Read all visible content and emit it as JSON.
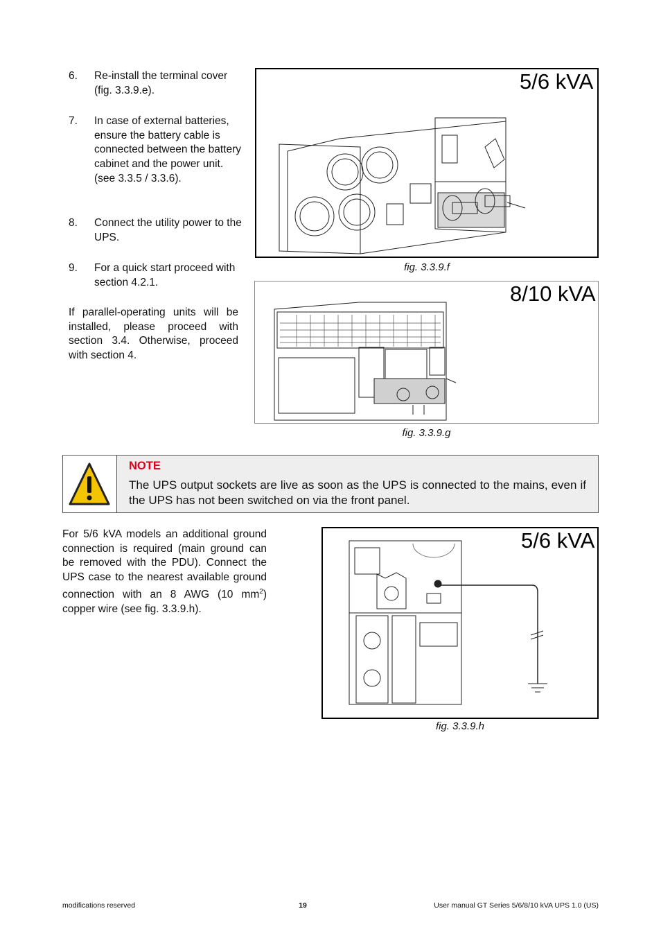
{
  "steps": [
    {
      "num": "6.",
      "text": "Re-install the terminal cover (fig. 3.3.9.e)."
    },
    {
      "num": "7.",
      "text": "In case of external batteries, ensure the battery cable is connected between the battery cabinet and the power unit. (see 3.3.5 / 3.3.6)."
    },
    {
      "num": "8.",
      "text": "Connect the utility power to the UPS."
    },
    {
      "num": "9.",
      "text": "For a quick start proceed with section 4.2.1."
    }
  ],
  "parallel_paragraph": "If parallel-operating units will be installed, please proceed with section 3.4. Otherwise, proceed with section 4.",
  "figures": {
    "f": {
      "title": "5/6 kVA",
      "caption": "fig. 3.3.9.f"
    },
    "g": {
      "title": "8/10 kVA",
      "caption": "fig. 3.3.9.g"
    },
    "h": {
      "title": "5/6 kVA",
      "caption": "fig. 3.3.9.h"
    }
  },
  "note": {
    "title": "NOTE",
    "body": "The UPS output sockets are live as soon as the UPS is connected to the mains, even if the UPS has not been switched on via the front panel.",
    "icon": "warning-triangle-icon"
  },
  "ground_paragraph": {
    "before_sup": "For 5/6 kVA models an additional ground connection is required (main ground can be removed with the PDU). Connect the UPS case to the nearest available ground connection with an 8 AWG (10 mm",
    "sup": "2",
    "after_sup": ") copper wire (see fig. 3.3.9.h)."
  },
  "footer": {
    "left": "modifications reserved",
    "page_number": "19",
    "right": "User manual GT Series 5/6/8/10 kVA UPS 1.0 (US)"
  }
}
